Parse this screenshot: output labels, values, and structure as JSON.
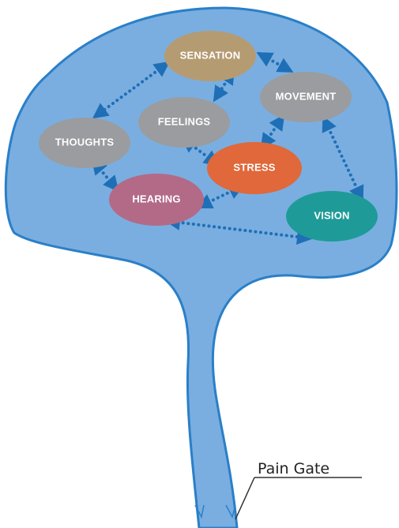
{
  "nodes": [
    {
      "id": "sensation",
      "label": "SENSATION",
      "color": "#b59b72"
    },
    {
      "id": "movement",
      "label": "MOVEMENT",
      "color": "#9a9c9f"
    },
    {
      "id": "feelings",
      "label": "FEELINGS",
      "color": "#9a9c9f"
    },
    {
      "id": "thoughts",
      "label": "THOUGHTS",
      "color": "#9a9c9f"
    },
    {
      "id": "stress",
      "label": "STRESS",
      "color": "#e0683a"
    },
    {
      "id": "hearing",
      "label": "HEARING",
      "color": "#b36a87"
    },
    {
      "id": "vision",
      "label": "VISION",
      "color": "#1e9b98"
    }
  ],
  "callout": {
    "label": "Pain Gate"
  },
  "colors": {
    "brain_fill": "#7aaee0",
    "brain_outline": "#2a7fc8",
    "connector": "#1f6fb6"
  },
  "connections": [
    [
      "sensation",
      "movement"
    ],
    [
      "sensation",
      "feelings"
    ],
    [
      "sensation",
      "thoughts"
    ],
    [
      "movement",
      "stress"
    ],
    [
      "movement",
      "vision"
    ],
    [
      "feelings",
      "stress"
    ],
    [
      "thoughts",
      "hearing"
    ],
    [
      "hearing",
      "stress"
    ],
    [
      "hearing",
      "vision"
    ]
  ]
}
